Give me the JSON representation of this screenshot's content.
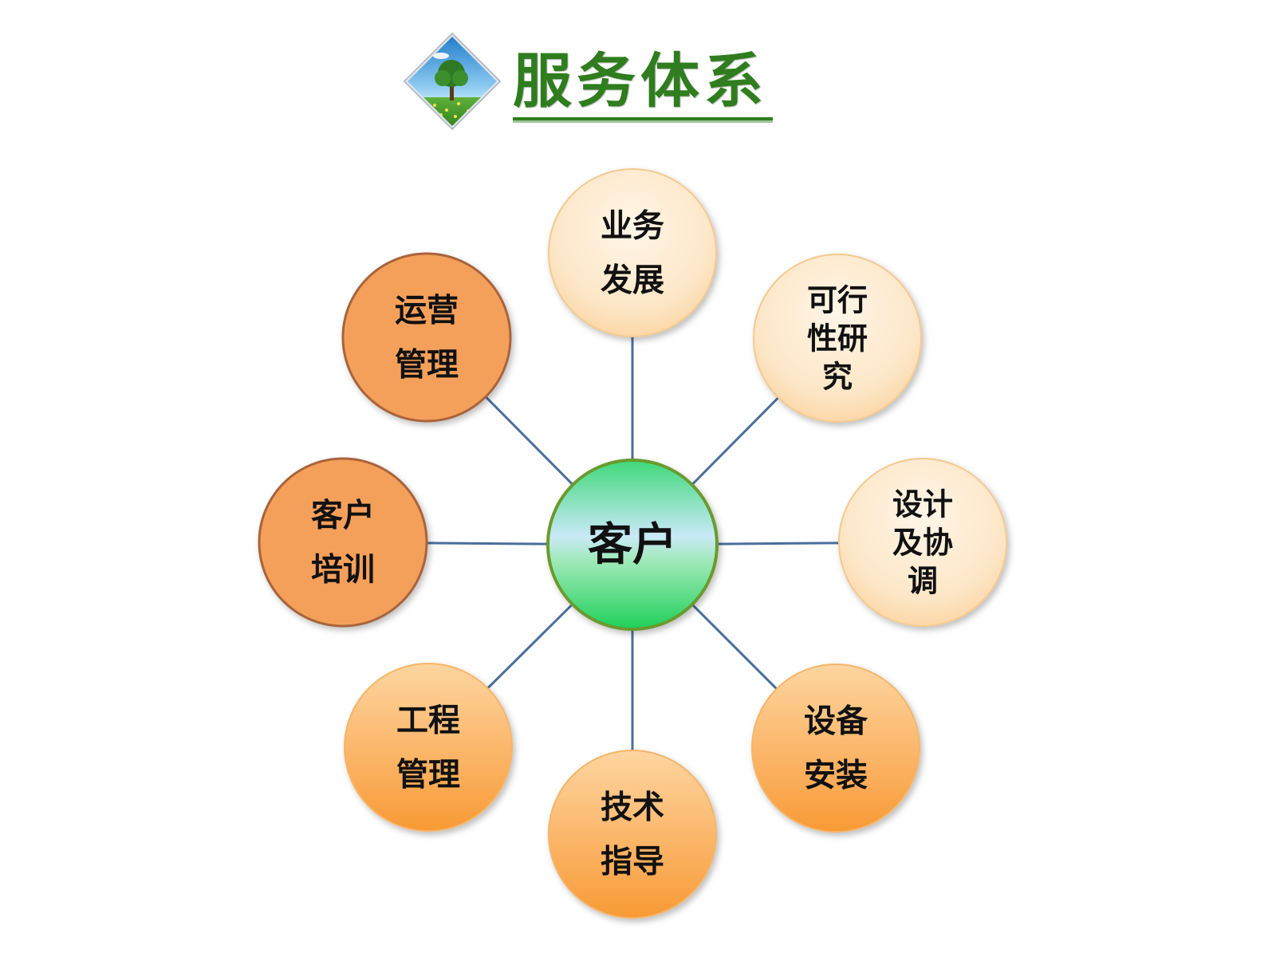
{
  "header": {
    "title": "服务体系",
    "logo_icon": "tree-diamond-logo-icon"
  },
  "diagram": {
    "center": {
      "lines": [
        "客户"
      ],
      "color": "#3fdc7a",
      "border": "#6a9a2e"
    },
    "nodes": [
      {
        "id": "business-development",
        "lines": [
          "业务",
          "发展"
        ],
        "style": "light"
      },
      {
        "id": "feasibility-study",
        "lines": [
          "可行",
          "性研",
          "究"
        ],
        "style": "light"
      },
      {
        "id": "design-coordination",
        "lines": [
          "设计",
          "及协",
          "调"
        ],
        "style": "light"
      },
      {
        "id": "equipment-installation",
        "lines": [
          "设备",
          "安装"
        ],
        "style": "mid"
      },
      {
        "id": "technical-guidance",
        "lines": [
          "技术",
          "指导"
        ],
        "style": "mid"
      },
      {
        "id": "project-management",
        "lines": [
          "工程",
          "管理"
        ],
        "style": "mid"
      },
      {
        "id": "customer-training",
        "lines": [
          "客户",
          "培训"
        ],
        "style": "dark"
      },
      {
        "id": "operation-management",
        "lines": [
          "运营",
          "管理"
        ],
        "style": "dark"
      }
    ],
    "colors": {
      "connector": "#4a6e9c",
      "light_fill": "#fde3c0",
      "mid_fill": "#fba84e",
      "dark_fill": "#f5a05a",
      "dark_border": "#a9643a"
    }
  }
}
